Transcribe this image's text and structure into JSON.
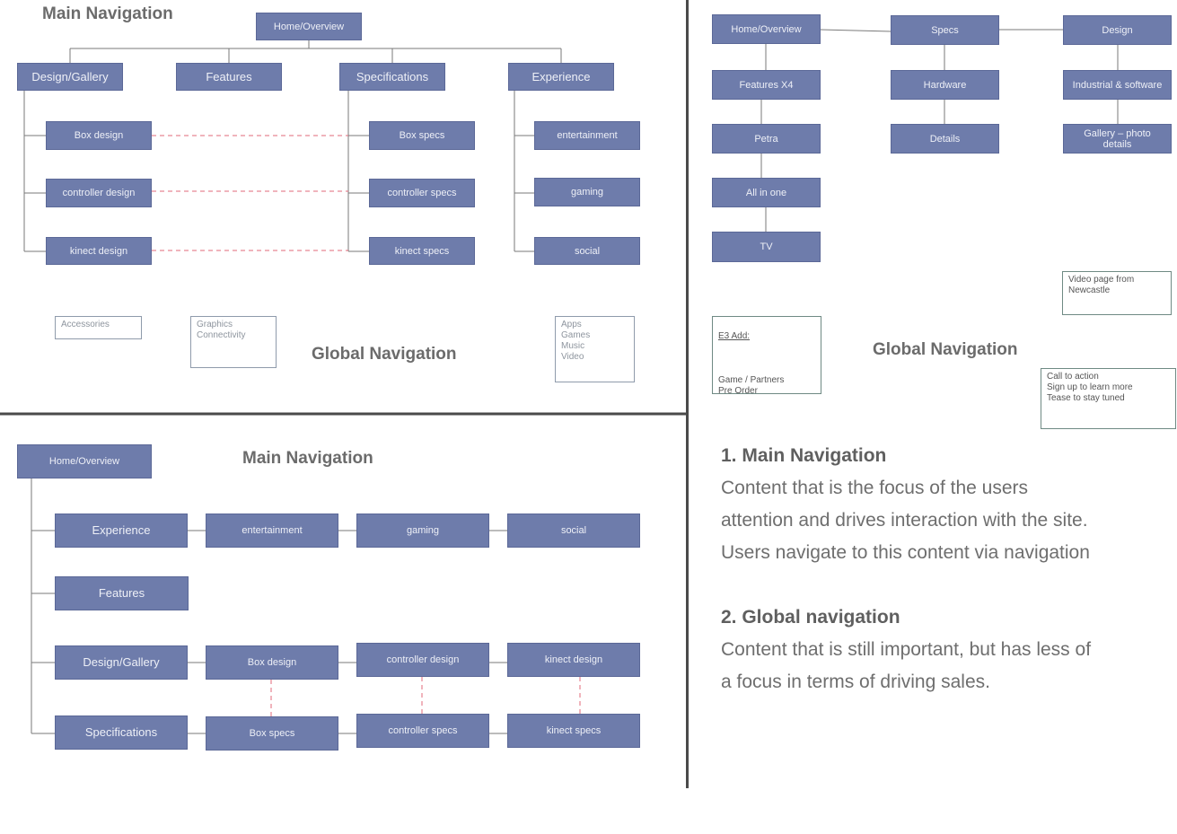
{
  "panel_tl": {
    "title": "Main Navigation",
    "global_title": "Global Navigation",
    "root": "Home/Overview",
    "categories": [
      "Design/Gallery",
      "Features",
      "Specifications",
      "Experience"
    ],
    "design_items": [
      "Box design",
      "controller design",
      "kinect design"
    ],
    "spec_items": [
      "Box specs",
      "controller specs",
      "kinect specs"
    ],
    "experience_items": [
      "entertainment",
      "gaming",
      "social"
    ],
    "global_boxes": [
      "Accessories",
      "Graphics\nConnectivity",
      "Apps\nGames\nMusic\nVideo"
    ]
  },
  "panel_tr": {
    "global_title": "Global Navigation",
    "col1": [
      "Home/Overview",
      "Features X4",
      "Petra",
      "All in one",
      "TV"
    ],
    "col2": [
      "Specs",
      "Hardware",
      "Details"
    ],
    "col3": [
      "Design",
      "Industrial & software",
      "Gallery –          photo\ndetails"
    ],
    "note_video": "Video page from\nNewcastle",
    "e3_heading": "E3 Add:",
    "e3_body": "Game / Partners\nPre Order",
    "note_cta": "Call to action\nSign up to learn more\nTease to stay tuned"
  },
  "panel_bl": {
    "title": "Main Navigation",
    "root": "Home/Overview",
    "experience": {
      "label": "Experience",
      "items": [
        "entertainment",
        "gaming",
        "social"
      ]
    },
    "features": "Features",
    "design": {
      "label": "Design/Gallery",
      "items": [
        "Box design",
        "controller design",
        "kinect design"
      ]
    },
    "specs": {
      "label": "Specifications",
      "items": [
        "Box specs",
        "controller specs",
        "kinect specs"
      ]
    }
  },
  "legend": {
    "h1": "1.   Main Navigation",
    "p1": "Content that is the focus of the users attention and drives interaction with the site. Users navigate to this content via navigation",
    "h2": "2. Global navigation",
    "p2": "Content that is still important, but has less of a focus in terms of driving sales."
  },
  "colors": {
    "box": "#6e7cab",
    "connector": "#7a7a7a",
    "dashed": "#e06a78",
    "divider": "#4a4a4a"
  }
}
